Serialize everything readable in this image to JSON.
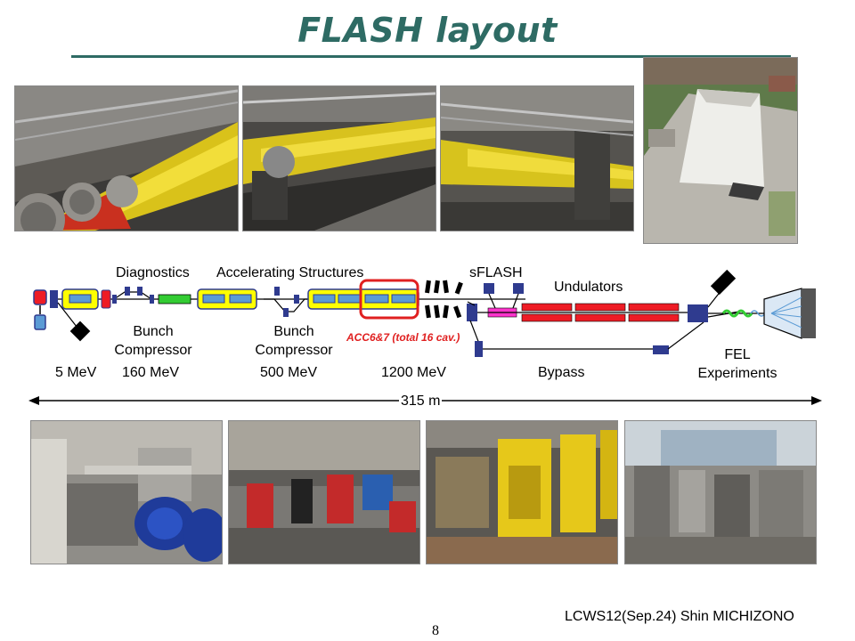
{
  "slide": {
    "title": "FLASH layout",
    "footer": "LCWS12(Sep.24) Shin MICHIZONO",
    "page_number": "8"
  },
  "diagram": {
    "labels": {
      "diagnostics": "Diagnostics",
      "accelerating_structures": "Accelerating Structures",
      "sflash": "sFLASH",
      "undulators": "Undulators",
      "bunch_compressor_1": "Bunch Compressor",
      "bunch_compressor_2": "Bunch Compressor",
      "acc_note": "ACC6&7 (total 16 cav.)",
      "fel_experiments": "FEL Experiments",
      "bypass": "Bypass",
      "length": "315 m"
    },
    "energies": [
      "5 MeV",
      "160 MeV",
      "500 MeV",
      "1200 MeV"
    ]
  },
  "photos": {
    "top": [
      {
        "subject": "accelerator-tunnel-yellow-cryomodule-red-flanges"
      },
      {
        "subject": "accelerator-tunnel-yellow-cryomodules-walkway"
      },
      {
        "subject": "accelerator-tunnel-long-perspective"
      },
      {
        "subject": "aerial-view-experiment-hall"
      }
    ],
    "bottom": [
      {
        "subject": "injector-blue-magnets"
      },
      {
        "subject": "beamline-red-blue-magnets"
      },
      {
        "subject": "yellow-undulator-supports"
      },
      {
        "subject": "experiment-hall-interior"
      }
    ]
  },
  "colors": {
    "title": "#2e6b64",
    "cryomodule": "#ffff00",
    "cavity": "#5b9bd5",
    "magnet": "#2f3b8f",
    "highlight": "#e02020"
  }
}
